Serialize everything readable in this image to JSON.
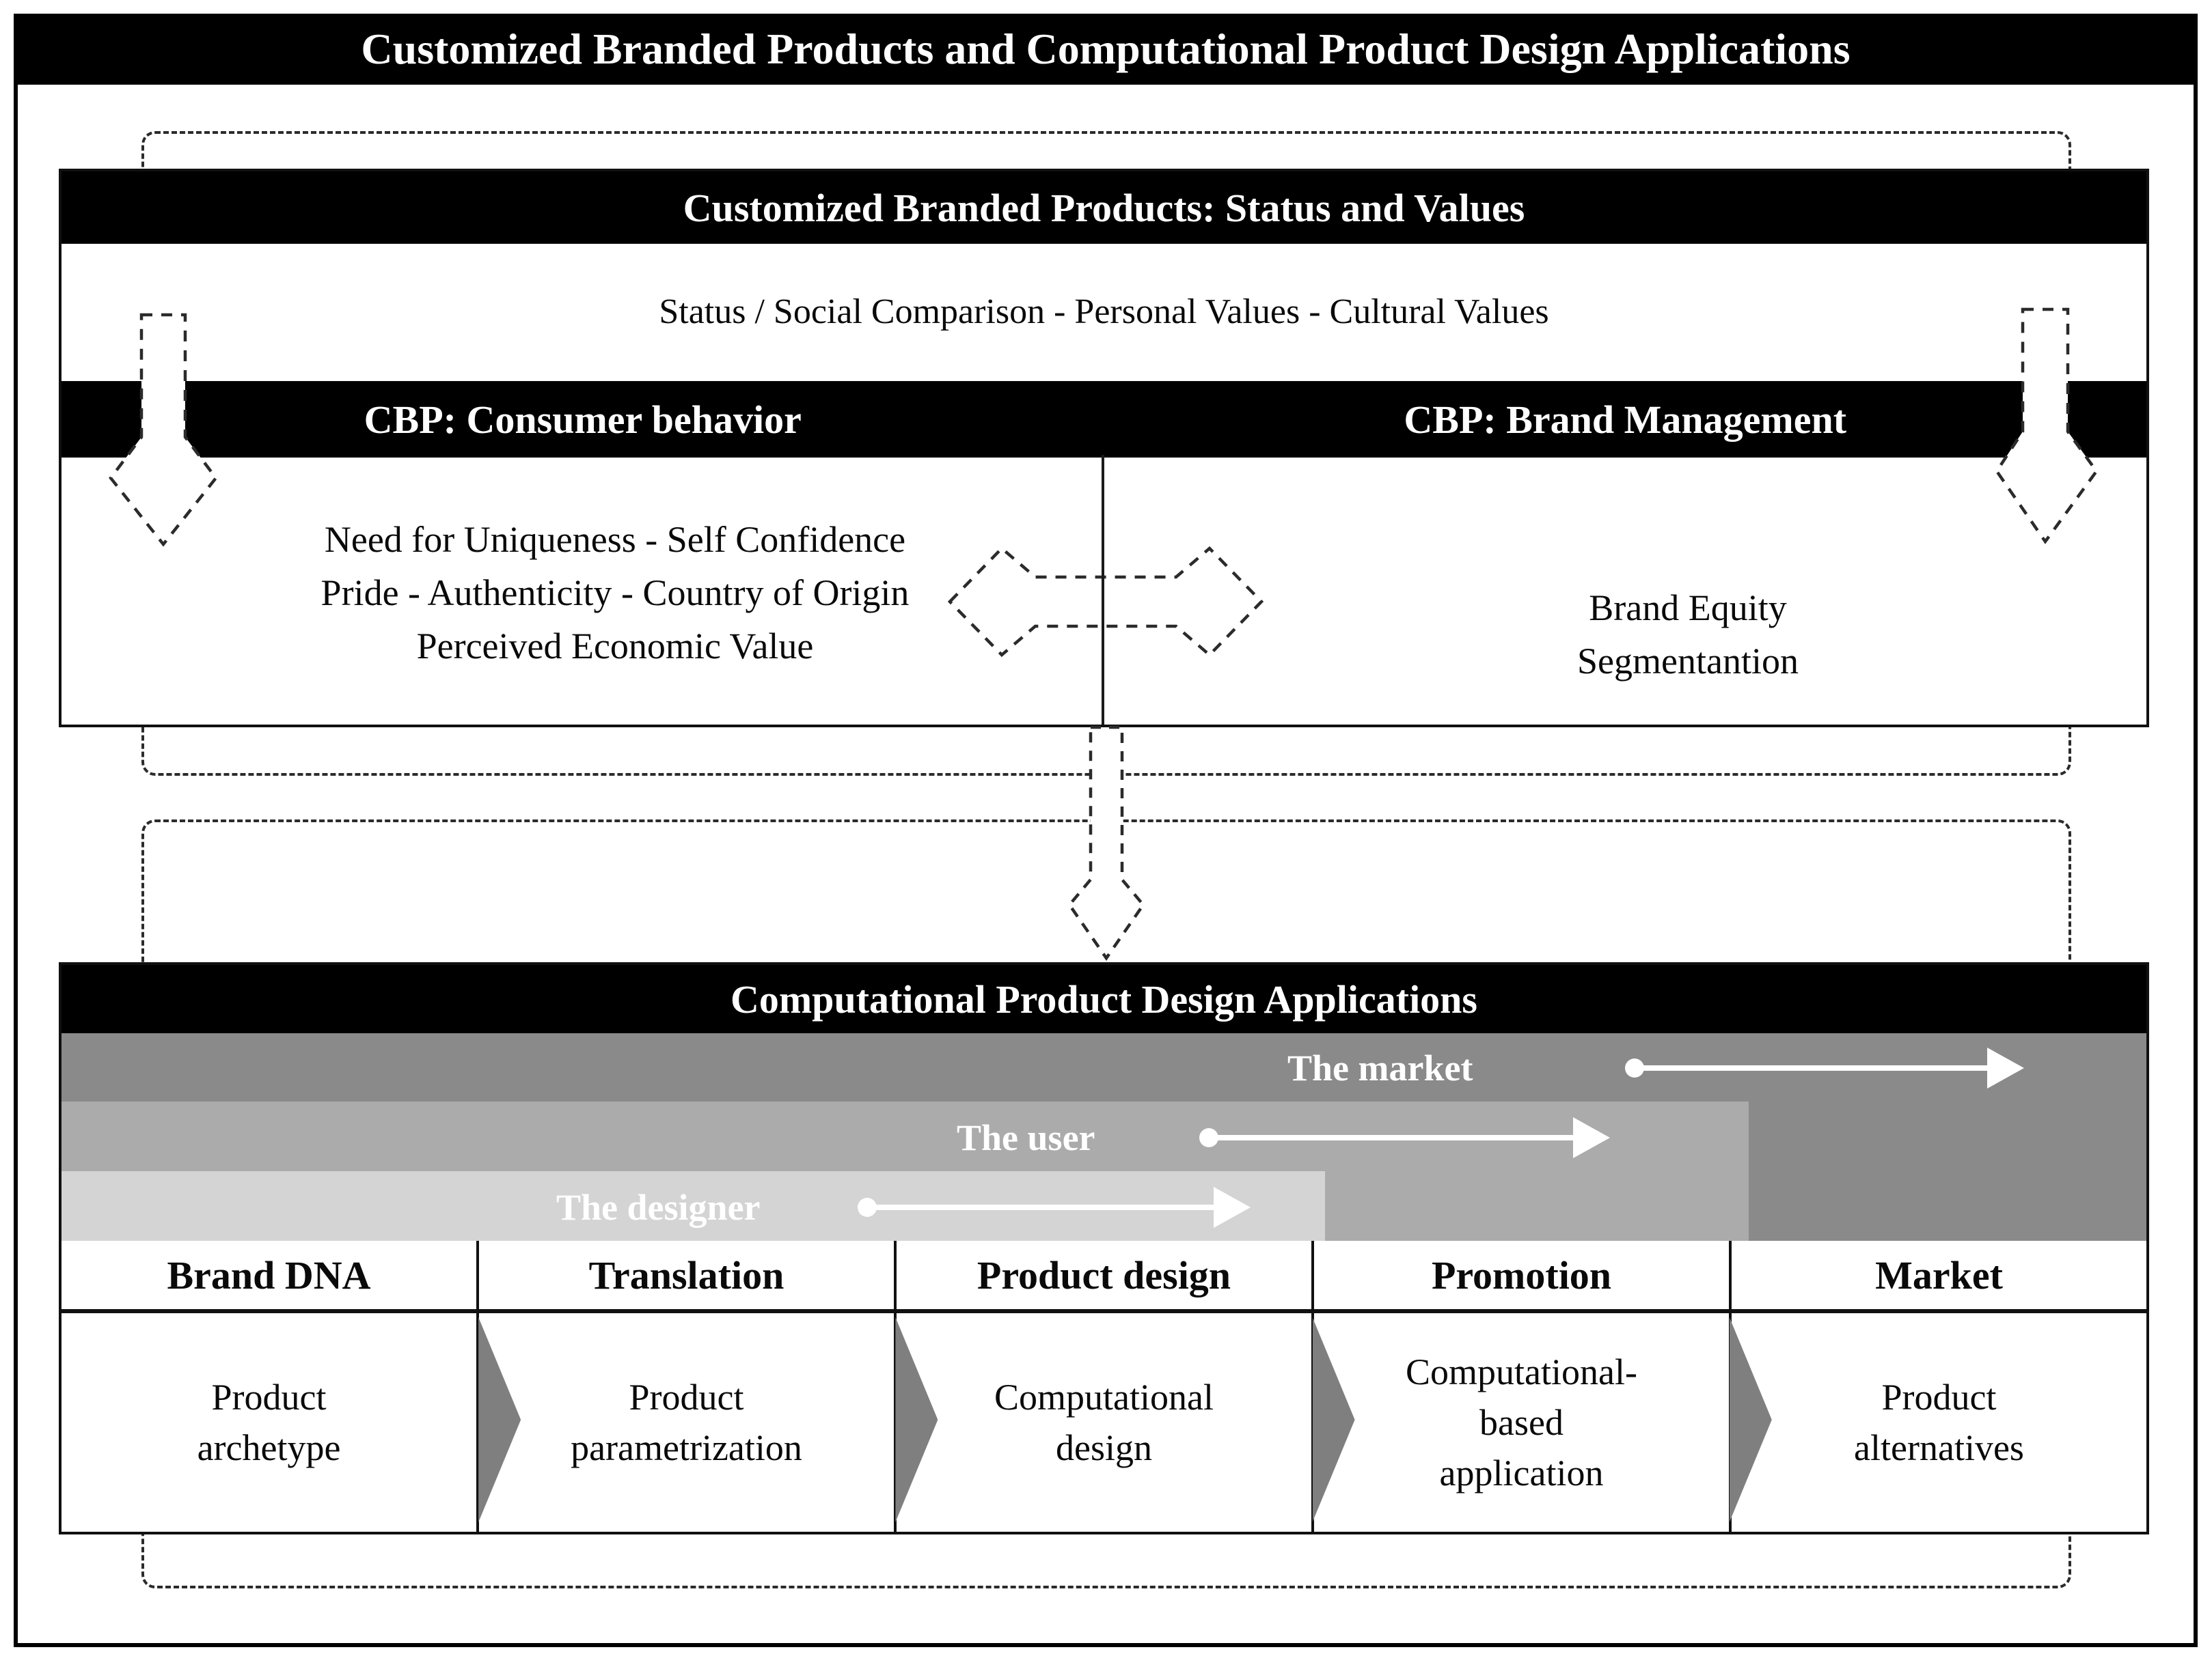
{
  "title": "Customized Branded Products and Computational Product Design Applications",
  "section1": {
    "banner": "Customized Branded Products: Status and Values",
    "status_line": "Status / Social Comparison - Personal Values - Cultural Values",
    "left": {
      "header": "CBP: Consumer behavior",
      "body": "Need for Uniqueness - Self Confidence\nPride - Authenticity - Country of Origin\nPerceived Economic Value"
    },
    "right": {
      "header": "CBP: Brand Management",
      "body": "Brand Equity\nSegmentantion"
    }
  },
  "section2": {
    "banner": "Computational Product Design Applications",
    "layers": [
      {
        "label": "The market",
        "color": "#8a8a8a"
      },
      {
        "label": "The user",
        "color": "#ababab"
      },
      {
        "label": "The designer",
        "color": "#d4d4d4"
      }
    ],
    "columns": [
      {
        "header": "Brand DNA",
        "cell": "Product\narchetype"
      },
      {
        "header": "Translation",
        "cell": "Product\nparametrization"
      },
      {
        "header": "Product design",
        "cell": "Computational\ndesign"
      },
      {
        "header": "Promotion",
        "cell": "Computational-\nbased\napplication"
      },
      {
        "header": "Market",
        "cell": "Product\nalternatives"
      }
    ]
  },
  "colors": {
    "banner_bg": "#000000",
    "banner_text": "#ffffff",
    "market_gray": "#8a8a8a",
    "user_gray": "#ababab",
    "designer_gray": "#d4d4d4",
    "chevron_gray": "#7f7f7f"
  }
}
